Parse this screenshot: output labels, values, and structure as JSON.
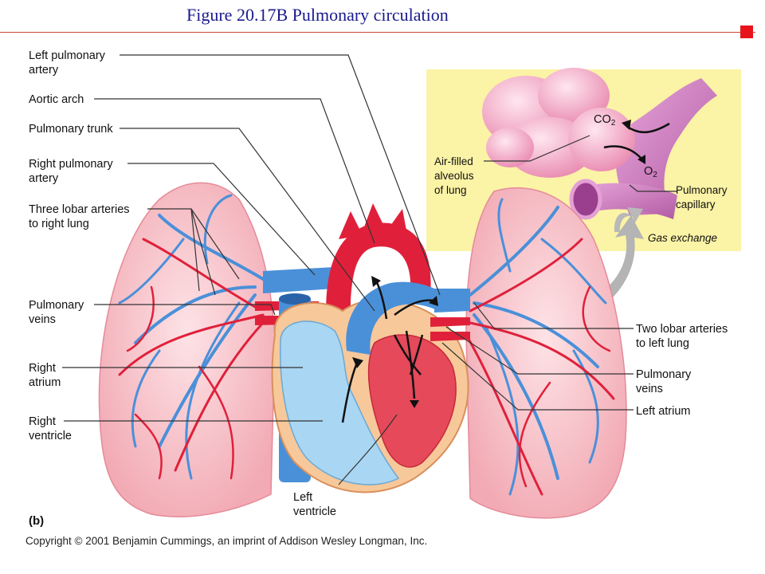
{
  "slide": {
    "title": "Figure 20.17B  Pulmonary circulation",
    "panel_letter": "(b)",
    "copyright": "Copyright © 2001 Benjamin Cummings, an imprint of Addison Wesley Longman, Inc."
  },
  "labels_left": {
    "left_pulmonary_artery": [
      "Left pulmonary",
      "artery"
    ],
    "aortic_arch": [
      "Aortic arch"
    ],
    "pulmonary_trunk": [
      "Pulmonary trunk"
    ],
    "right_pulmonary_artery": [
      "Right pulmonary",
      "artery"
    ],
    "three_lobar_arteries": [
      "Three lobar arteries",
      "to right lung"
    ],
    "pulmonary_veins_right": [
      "Pulmonary",
      "veins"
    ],
    "right_atrium": [
      "Right",
      "atrium"
    ],
    "right_ventricle": [
      "Right",
      "ventricle"
    ]
  },
  "labels_right": {
    "two_lobar_arteries": [
      "Two lobar arteries",
      "to left lung"
    ],
    "pulmonary_veins_left": [
      "Pulmonary",
      "veins"
    ],
    "left_atrium": [
      "Left atrium"
    ]
  },
  "labels_bottom": {
    "left_ventricle": [
      "Left",
      "ventricle"
    ]
  },
  "inset": {
    "co2": "CO",
    "co2_sub": "2",
    "o2": "O",
    "o2_sub": "2",
    "alveolus": [
      "Air-filled",
      "alveolus",
      "of lung"
    ],
    "capillary": [
      "Pulmonary",
      "capillary"
    ],
    "caption": "Gas exchange"
  },
  "colors": {
    "artery_blue": "#4a90d9",
    "vessel_red": "#e0203a",
    "lung_pink": "#f7c2c8",
    "inset_yellow": "#fbf3a6",
    "title_blue": "#1a1a8c",
    "corner_red": "#e8141c"
  }
}
